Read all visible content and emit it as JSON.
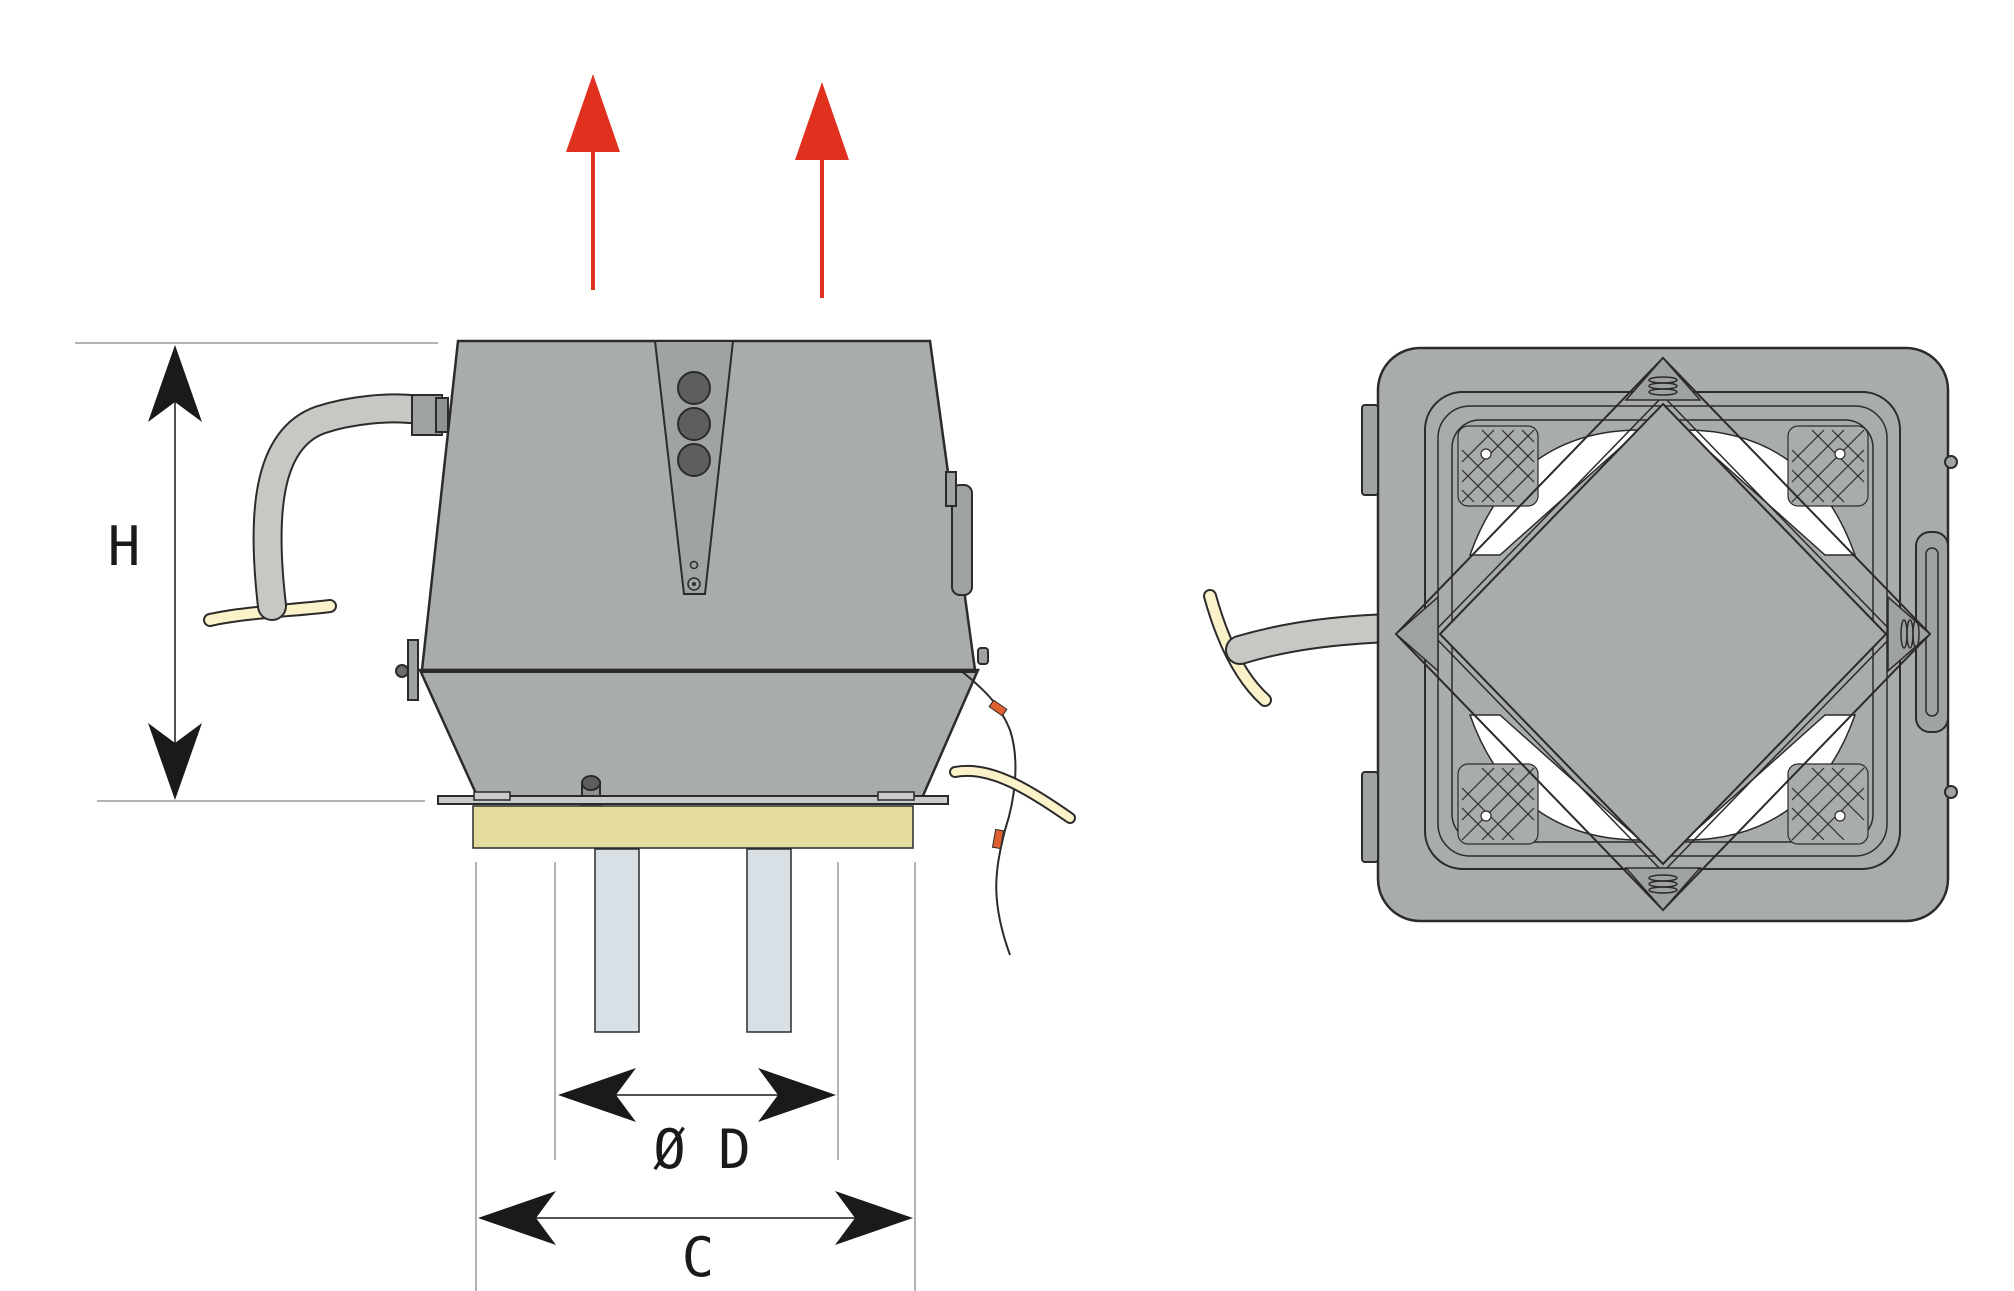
{
  "labels": {
    "height": "H",
    "duct_diameter": "Ø D",
    "base_width": "C"
  },
  "colors": {
    "airflow_arrow": "#e0301e",
    "housing": "#a9adaa",
    "housing_stroke": "#2b2b2b",
    "base_pad": "#e3dc9e",
    "duct": "#d8e0e6",
    "cable_outer": "#c7c7c4",
    "cable_inner": "#fbf2c9",
    "dimension_line": "#1a1a1a"
  },
  "icons": {
    "airflow": "arrow-up-icon",
    "dimension": "double-arrow-icon"
  }
}
